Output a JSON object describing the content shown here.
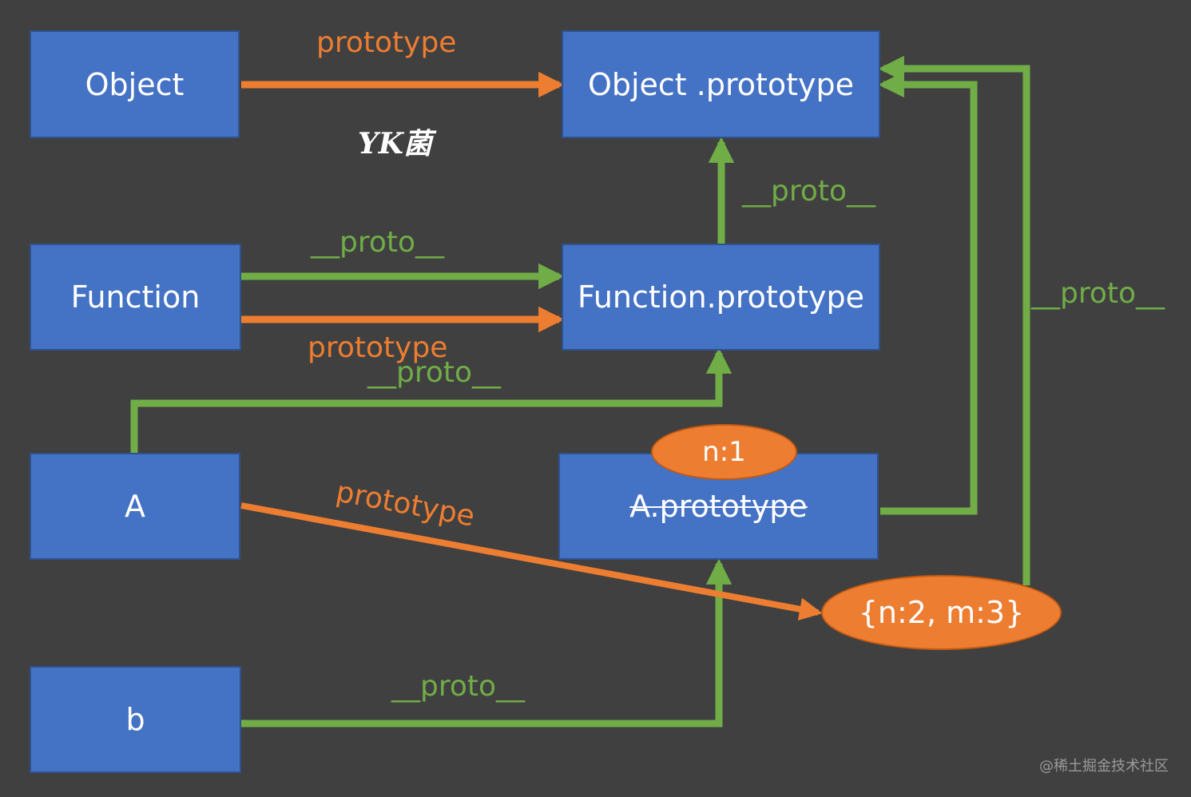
{
  "nodes": {
    "object": "Object",
    "object_prototype": "Object .prototype",
    "function": "Function",
    "function_prototype": "Function.prototype",
    "a": "A",
    "a_prototype": "A.prototype",
    "b": "b",
    "n1": "n:1",
    "new_proto": "{n:2, m:3}"
  },
  "edges": [
    {
      "from": "Object",
      "to": "Object .prototype",
      "label": "prototype",
      "color": "orange"
    },
    {
      "from": "Function",
      "to": "Function.prototype",
      "label": "__proto__",
      "color": "green"
    },
    {
      "from": "Function",
      "to": "Function.prototype",
      "label": "prototype",
      "color": "orange"
    },
    {
      "from": "Function.prototype",
      "to": "Object .prototype",
      "label": "__proto__",
      "color": "green"
    },
    {
      "from": "A",
      "to": "Function.prototype",
      "label": "__proto__",
      "color": "green"
    },
    {
      "from": "A",
      "to": "{n:2, m:3}",
      "label": "prototype",
      "color": "orange"
    },
    {
      "from": "A.prototype",
      "to": "Object .prototype",
      "label": "",
      "color": "green"
    },
    {
      "from": "{n:2, m:3}",
      "to": "Object .prototype",
      "label": "__proto__",
      "color": "green"
    },
    {
      "from": "b",
      "to": "A.prototype",
      "label": "__proto__",
      "color": "green"
    }
  ],
  "labels": {
    "object_prototype_edge": "prototype",
    "function_proto_edge": "__proto__",
    "function_prototype_edge": "prototype",
    "fp_to_op_proto": "__proto__",
    "a_to_fp_proto": "__proto__",
    "a_prototype_edge": "prototype",
    "right_proto": "__proto__",
    "b_proto": "__proto__"
  },
  "logo_text": "YK菌",
  "watermark": "@稀土掘金技术社区",
  "colors": {
    "background": "#404040",
    "box": "#4472c4",
    "box_border": "#2f528f",
    "oval": "#ed7d31",
    "green_arrow": "#70ad47",
    "orange_arrow": "#ed7d31",
    "text": "#ffffff",
    "watermark": "#9a9a9a"
  }
}
